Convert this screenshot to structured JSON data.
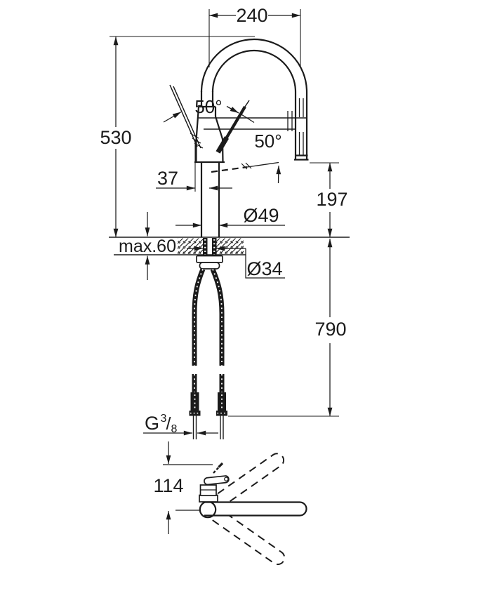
{
  "drawing": {
    "ink": "#1b1b1b",
    "labels": {
      "spout_reach": "240",
      "total_height": "530",
      "spray_pivot_angle": "50°",
      "lever_swing_angle": "50°",
      "outlet_offset": "37",
      "outlet_clearance": "197",
      "body_diameter": "Ø49",
      "max_deck_thickness": "max.60",
      "hole_diameter": "Ø34",
      "hose_length": "790",
      "thread_prefix": "G",
      "thread_numerator": "3",
      "thread_slash": "/",
      "thread_denominator": "8",
      "lever_height": "114"
    }
  }
}
